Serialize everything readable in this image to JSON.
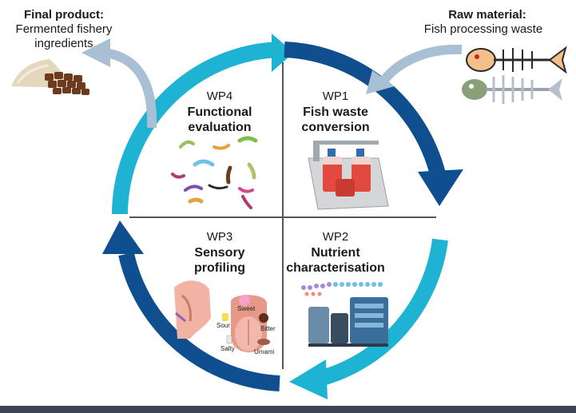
{
  "final_product": {
    "title": "Final product:",
    "line1": "Fermented fishery",
    "line2": "ingredients"
  },
  "raw_material": {
    "title": "Raw material:",
    "subtitle": "Fish processing waste"
  },
  "wp1": {
    "code": "WP1",
    "line1": "Fish waste",
    "line2": "conversion"
  },
  "wp2": {
    "code": "WP2",
    "line1": "Nutrient",
    "line2": "characterisation"
  },
  "wp3": {
    "code": "WP3",
    "line1": "Sensory",
    "line2": "profiling"
  },
  "wp4": {
    "code": "WP4",
    "line1": "Functional",
    "line2": "evaluation"
  },
  "tastes": {
    "sweet": "Sweet",
    "sour": "Sour",
    "bitter": "Bitter",
    "salty": "Salty",
    "umami": "Umami"
  },
  "icons": [
    "fermented-pellets-icon",
    "fish-skeleton-icon",
    "bioreactor-icon",
    "microbes-icon",
    "tongue-taste-icon",
    "mass-spectrometer-icon"
  ],
  "colors": {
    "light_arrow": "#1fb3d3",
    "dark_arrow": "#0f4f8f",
    "pale_arrow": "#a9bfd4"
  }
}
